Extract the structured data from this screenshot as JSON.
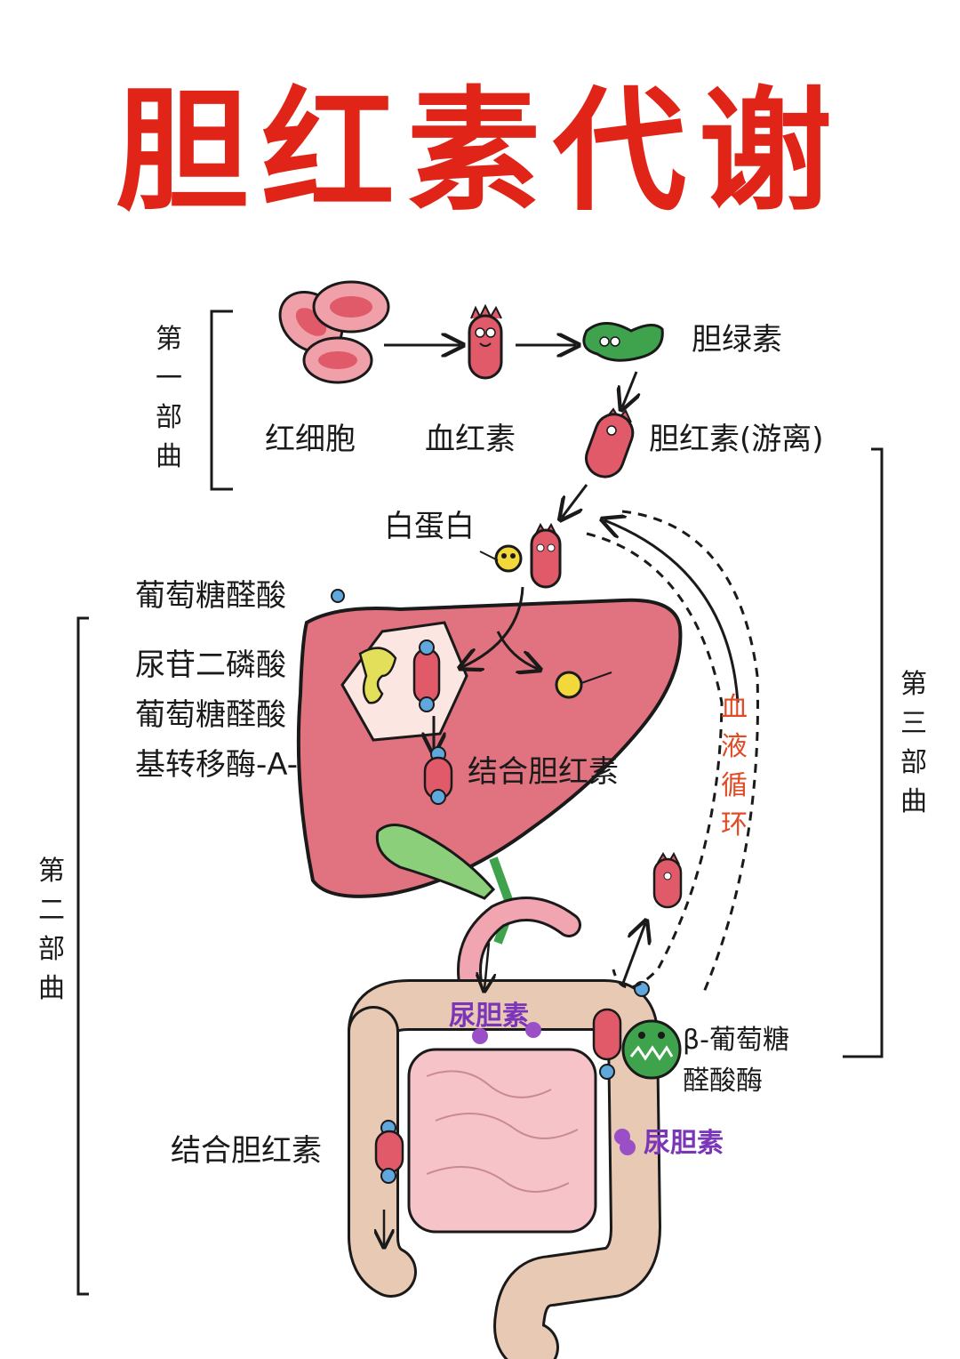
{
  "title": "胆红素代谢",
  "sections": {
    "first": [
      "第",
      "一",
      "部",
      "曲"
    ],
    "second": [
      "第",
      "二",
      "部",
      "曲"
    ],
    "third": [
      "第",
      "三",
      "部",
      "曲"
    ]
  },
  "labels": {
    "rbc": "红细胞",
    "hemoglobin": "血红素",
    "biliverdin": "胆绿素",
    "free_bilirubin": "胆红素(游离)",
    "albumin": "白蛋白",
    "glucuronic_acid": "葡萄糖醛酸",
    "udp_line1": "尿苷二磷酸",
    "udp_line2": "葡萄糖醛酸",
    "udp_line3": "基转移酶-A-",
    "conjugated_liver": "结合胆红素",
    "urobilinogen_top": "尿胆素",
    "beta_line1": "β-葡萄糖",
    "beta_line2": "醛酸酶",
    "urobilinogen_right": "尿胆素",
    "conjugated_gut": "结合胆红素",
    "blood_circulation": [
      "血",
      "液",
      "循",
      "环"
    ]
  },
  "colors": {
    "title": "#e02418",
    "liver": "#e0737f",
    "bilirubin_cell": "#e05a6a",
    "biliverdin": "#3fa34d",
    "albumin": "#f2d83a",
    "glucuronic": "#5fa7dc",
    "intestine": "#e8c9b4",
    "urobilin": "#9a4fc7",
    "blood_text": "#e04a24"
  }
}
